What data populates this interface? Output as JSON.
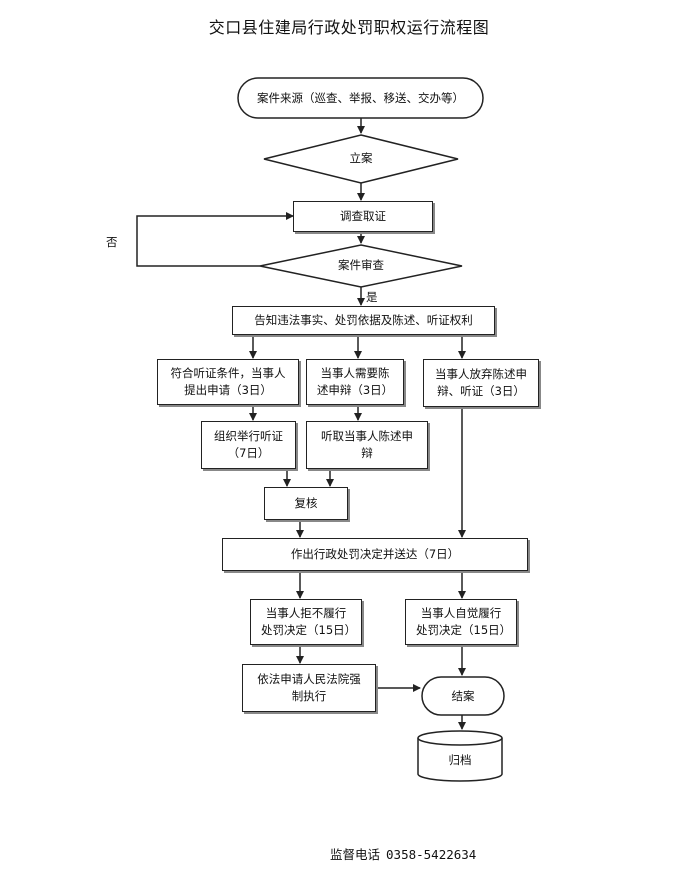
{
  "title": "交口县住建局行政处罚职权运行流程图",
  "nodes": {
    "source": "案件来源（巡查、举报、移送、交办等）",
    "file_case": "立案",
    "investigate": "调查取证",
    "review": "案件审查",
    "notify": "告知违法事实、处罚依据及陈述、听证权利",
    "hearing_request": "符合听证条件，当事人提出申请（3日）",
    "statement_request": "当事人需要陈述申辩（3日）",
    "waive": "当事人放弃陈述申辩、听证（3日）",
    "organize_hearing": "组织举行听证（7日）",
    "hear_statement": "听取当事人陈述申辩",
    "recheck": "复核",
    "decision": "作出行政处罚决定并送达（7日）",
    "refuse": "当事人拒不履行处罚决定（15日）",
    "comply": "当事人自觉履行处罚决定（15日）",
    "enforce": "依法申请人民法院强制执行",
    "close": "结案",
    "archive": "归档"
  },
  "labels": {
    "no": "否",
    "yes": "是"
  },
  "footer": {
    "label": "监督电话",
    "phone": "0358-5422634"
  }
}
